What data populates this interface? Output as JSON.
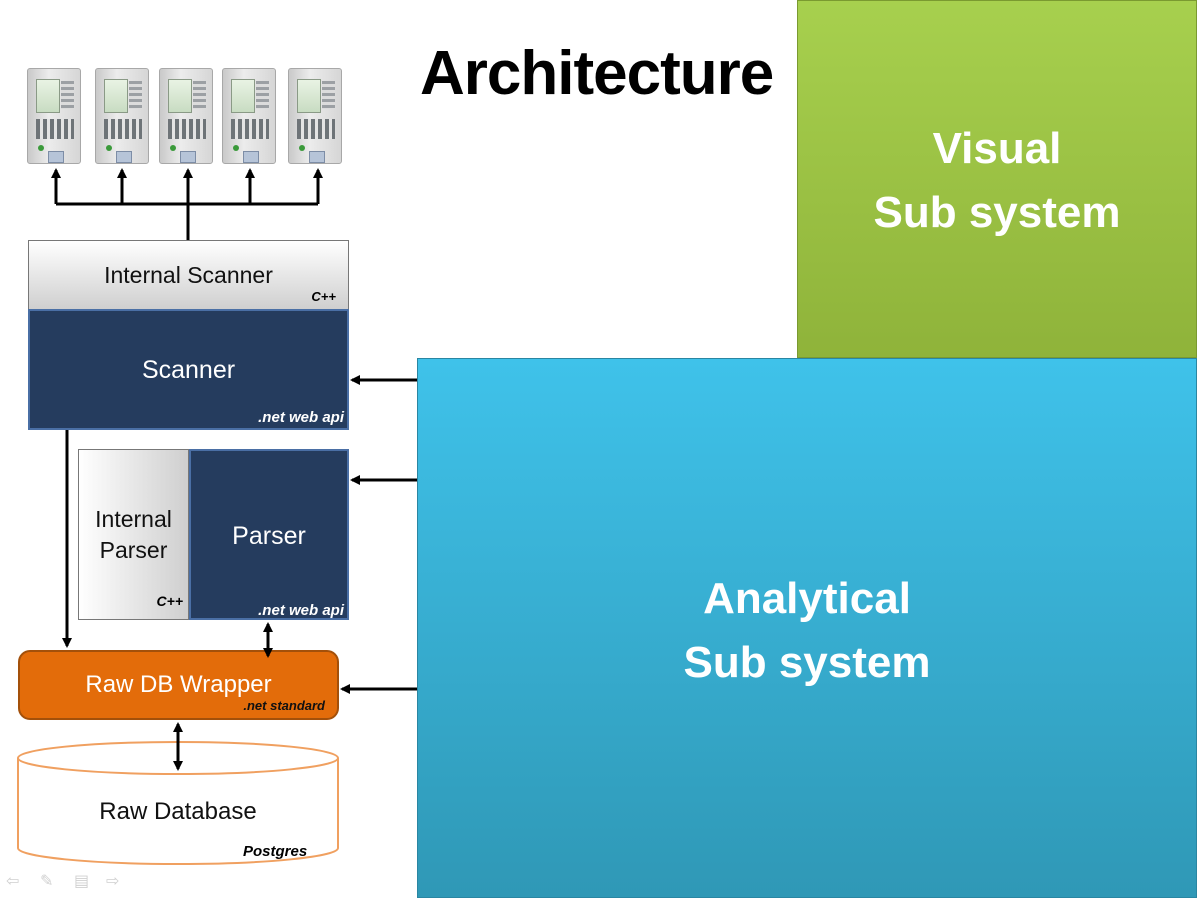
{
  "title": "Architecture",
  "internal_scanner": {
    "label": "Internal Scanner",
    "tag": "C++"
  },
  "scanner": {
    "label": "Scanner",
    "tag": ".net web api"
  },
  "internal_parser": {
    "line1": "Internal",
    "line2": "Parser",
    "tag": "C++"
  },
  "parser": {
    "label": "Parser",
    "tag": ".net web api"
  },
  "raw_db_wrapper": {
    "label": "Raw DB Wrapper",
    "tag": ".net standard"
  },
  "raw_database": {
    "label": "Raw Database",
    "tag": "Postgres"
  },
  "visual_subsystem": {
    "line1": "Visual",
    "line2": "Sub system"
  },
  "analytical_subsystem": {
    "line1": "Analytical",
    "line2": "Sub system"
  },
  "devices": [
    "device-1",
    "device-2",
    "device-3",
    "device-4",
    "device-5"
  ],
  "colors": {
    "dark_box": "#253c5e",
    "orange": "#e36c0a",
    "green": "#9bc745",
    "blue": "#38b4dc"
  }
}
